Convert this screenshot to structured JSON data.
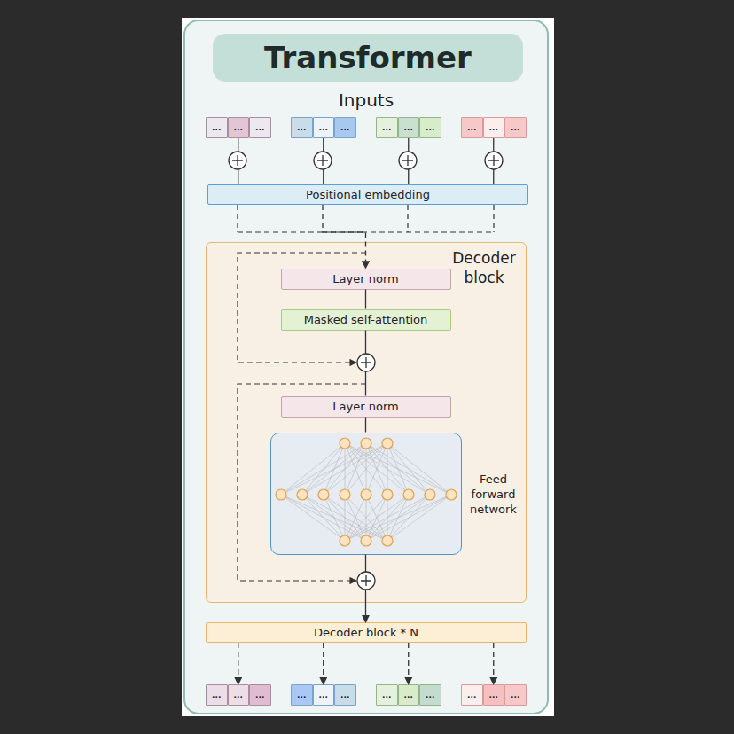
{
  "diagram": {
    "title": "Transformer",
    "nodes": [
      {
        "text": [
          "..."
        ]
      },
      {
        "text": [
          "..."
        ]
      },
      {
        "text": [
          "..."
        ]
      },
      {
        "text": [
          "..."
        ]
      },
      {
        "text": [
          "..."
        ]
      },
      {
        "text": [
          "..."
        ]
      },
      {
        "text": [
          "..."
        ]
      },
      {
        "text": [
          "..."
        ]
      },
      {
        "text": [
          "..."
        ]
      },
      {
        "text": [
          "..."
        ]
      },
      {
        "text": [
          "..."
        ]
      },
      {
        "text": [
          "..."
        ]
      },
      {
        "text": [
          "Positional embedding"
        ]
      },
      {
        "text": [
          "Decoder block"
        ]
      },
      {
        "text": [
          "Layer norm"
        ],
        "in": 13
      },
      {
        "text": [
          "Masked self-attention"
        ],
        "in": 13
      },
      {
        "text": [
          "Layer norm"
        ],
        "in": 13
      },
      {
        "text": [
          "Feed forward network"
        ],
        "in": 13
      },
      {
        "text": [
          "Decoder block * N"
        ]
      },
      {
        "text": [
          "..."
        ]
      },
      {
        "text": [
          "..."
        ]
      },
      {
        "text": [
          "..."
        ]
      },
      {
        "text": [
          "..."
        ]
      },
      {
        "text": [
          "..."
        ]
      },
      {
        "text": [
          "..."
        ]
      },
      {
        "text": [
          "..."
        ]
      },
      {
        "text": [
          "..."
        ]
      },
      {
        "text": [
          "..."
        ]
      },
      {
        "text": [
          "..."
        ]
      },
      {
        "text": [
          "..."
        ]
      },
      {
        "text": [
          "..."
        ]
      }
    ],
    "edges": [
      {
        "from": 1,
        "to": 12,
        "arrow": "none"
      },
      {
        "from": 4,
        "to": 12,
        "arrow": "none"
      },
      {
        "from": 7,
        "to": 12,
        "arrow": "none"
      },
      {
        "from": 10,
        "to": 12,
        "arrow": "none"
      },
      {
        "from": 12,
        "to": 14,
        "arrow": "to"
      },
      {
        "from": 14,
        "to": 15,
        "arrow": "none"
      },
      {
        "from": 15,
        "to": 16,
        "arrow": "none"
      },
      {
        "from": 16,
        "to": 17,
        "arrow": "none"
      },
      {
        "from": 17,
        "to": 18,
        "arrow": "to"
      },
      {
        "from": 18,
        "to": 20,
        "arrow": "to"
      },
      {
        "from": 18,
        "to": 23,
        "arrow": "to"
      },
      {
        "from": 18,
        "to": 26,
        "arrow": "to"
      },
      {
        "from": 18,
        "to": 29,
        "arrow": "to"
      }
    ],
    "labels": [
      "Inputs"
    ]
  }
}
